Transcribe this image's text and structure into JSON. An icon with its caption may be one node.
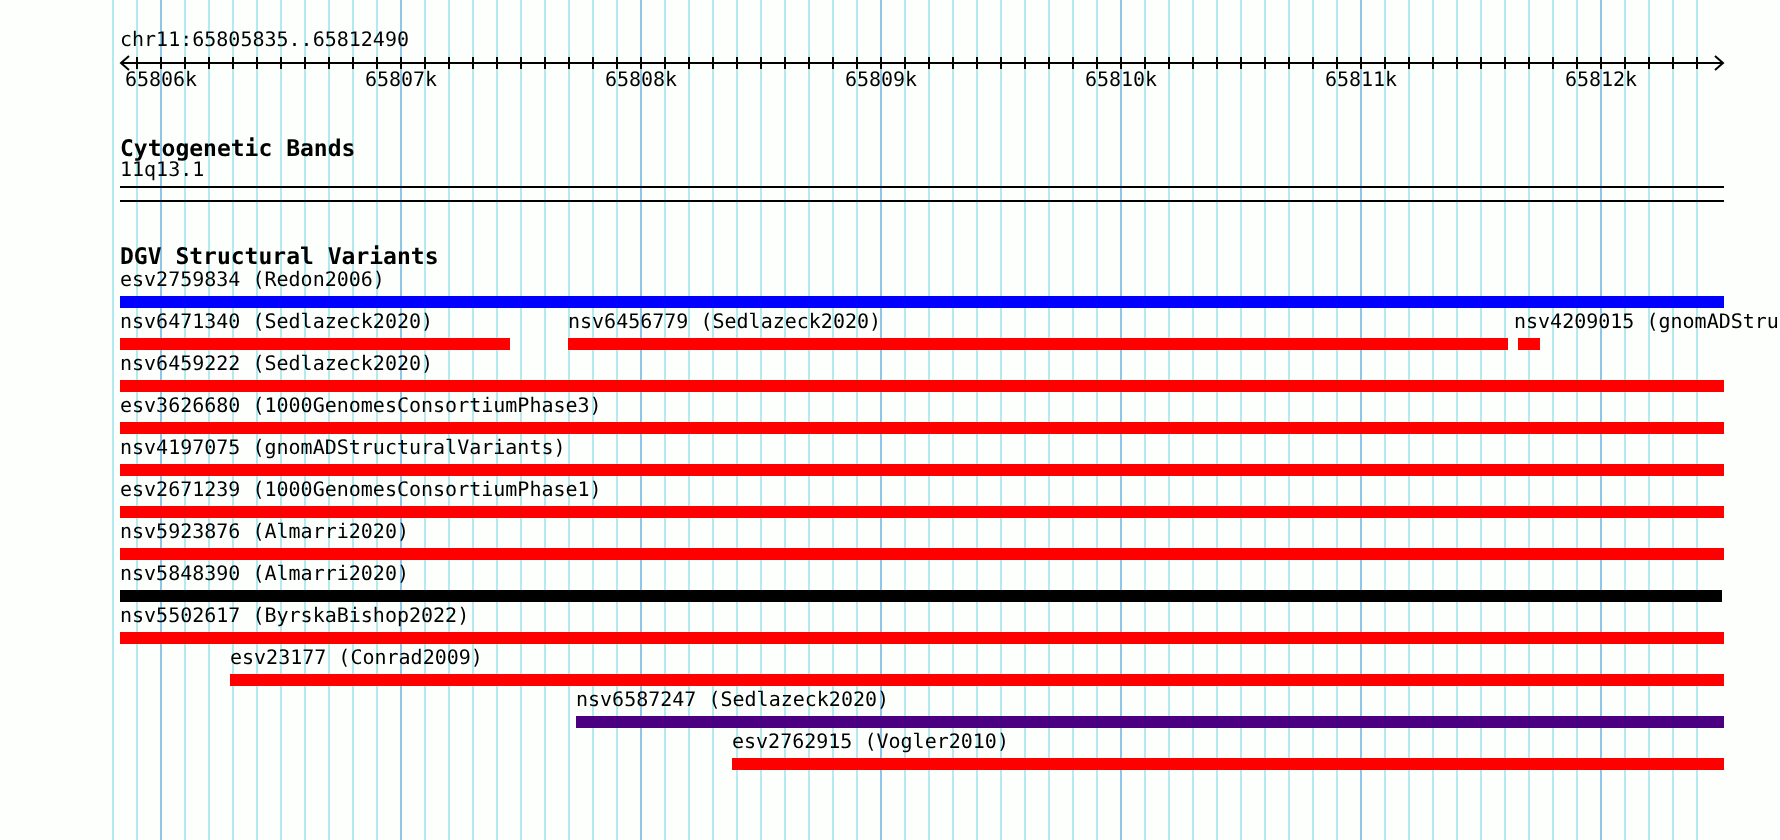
{
  "diagram": {
    "nodes": [
      {
        "text": [
          "11q13.1"
        ]
      },
      {
        "text": [
          "esv2759834 (Redon2006)"
        ]
      },
      {
        "text": [
          "nsv6471340 (Sedlazeck2020)"
        ]
      },
      {
        "text": [
          "nsv6456779 (Sedlazeck2020)"
        ]
      },
      {
        "text": [
          "nsv4209015 (gnomADStru"
        ]
      },
      {
        "text": [
          "nsv6459222 (Sedlazeck2020)"
        ]
      },
      {
        "text": [
          "esv3626680 (1000GenomesConsortiumPhase3)"
        ]
      },
      {
        "text": [
          "nsv4197075 (gnomADStructuralVariants)"
        ]
      },
      {
        "text": [
          "esv2671239 (1000GenomesConsortiumPhase1)"
        ]
      },
      {
        "text": [
          "nsv5923876 (Almarri2020)"
        ]
      },
      {
        "text": [
          "nsv5848390 (Almarri2020)"
        ]
      },
      {
        "text": [
          "nsv5502617 (ByrskaBishop2022)"
        ]
      },
      {
        "text": [
          "esv23177 (Conrad2009)"
        ]
      },
      {
        "text": [
          "nsv6587247 (Sedlazeck2020)"
        ]
      },
      {
        "text": [
          "esv2762915 (Vogler2010)"
        ]
      }
    ],
    "labels": [
      "chr11:65805835..65812490",
      "65806k",
      "65807k",
      "65808k",
      "65809k",
      "65810k",
      "65811k",
      "65812k",
      "Cytogenetic Bands",
      "DGV Structural Variants"
    ]
  }
}
